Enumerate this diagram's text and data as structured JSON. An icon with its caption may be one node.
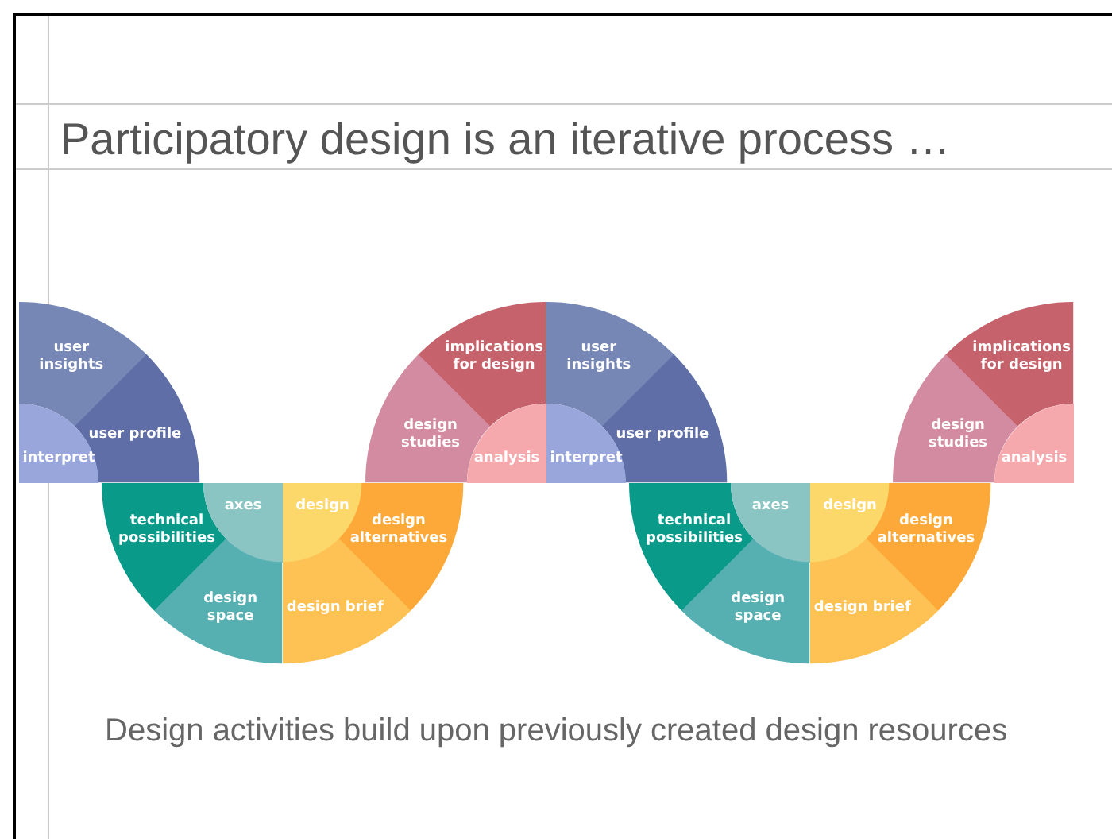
{
  "diagram": {
    "title": "Participatory design is an iterative process …",
    "caption": "Design activities build upon previously created design resources",
    "nodes": [
      {
        "text": [
          "user insights"
        ]
      },
      {
        "text": [
          "user profile"
        ]
      },
      {
        "text": [
          "interpret"
        ]
      },
      {
        "text": [
          "technical possibilities"
        ]
      },
      {
        "text": [
          "axes"
        ]
      },
      {
        "text": [
          "design space"
        ]
      },
      {
        "text": [
          "design"
        ]
      },
      {
        "text": [
          "design alternatives"
        ]
      },
      {
        "text": [
          "design brief"
        ]
      },
      {
        "text": [
          "implications for design"
        ]
      },
      {
        "text": [
          "design studies"
        ]
      },
      {
        "text": [
          "analysis"
        ]
      },
      {
        "text": [
          "user insights"
        ]
      },
      {
        "text": [
          "user profile"
        ]
      },
      {
        "text": [
          "interpret"
        ]
      },
      {
        "text": [
          "technical possibilities"
        ]
      },
      {
        "text": [
          "axes"
        ]
      },
      {
        "text": [
          "design space"
        ]
      },
      {
        "text": [
          "design"
        ]
      },
      {
        "text": [
          "design alternatives"
        ]
      },
      {
        "text": [
          "design brief"
        ]
      },
      {
        "text": [
          "implications for design"
        ]
      },
      {
        "text": [
          "design studies"
        ]
      },
      {
        "text": [
          "analysis"
        ]
      }
    ]
  }
}
